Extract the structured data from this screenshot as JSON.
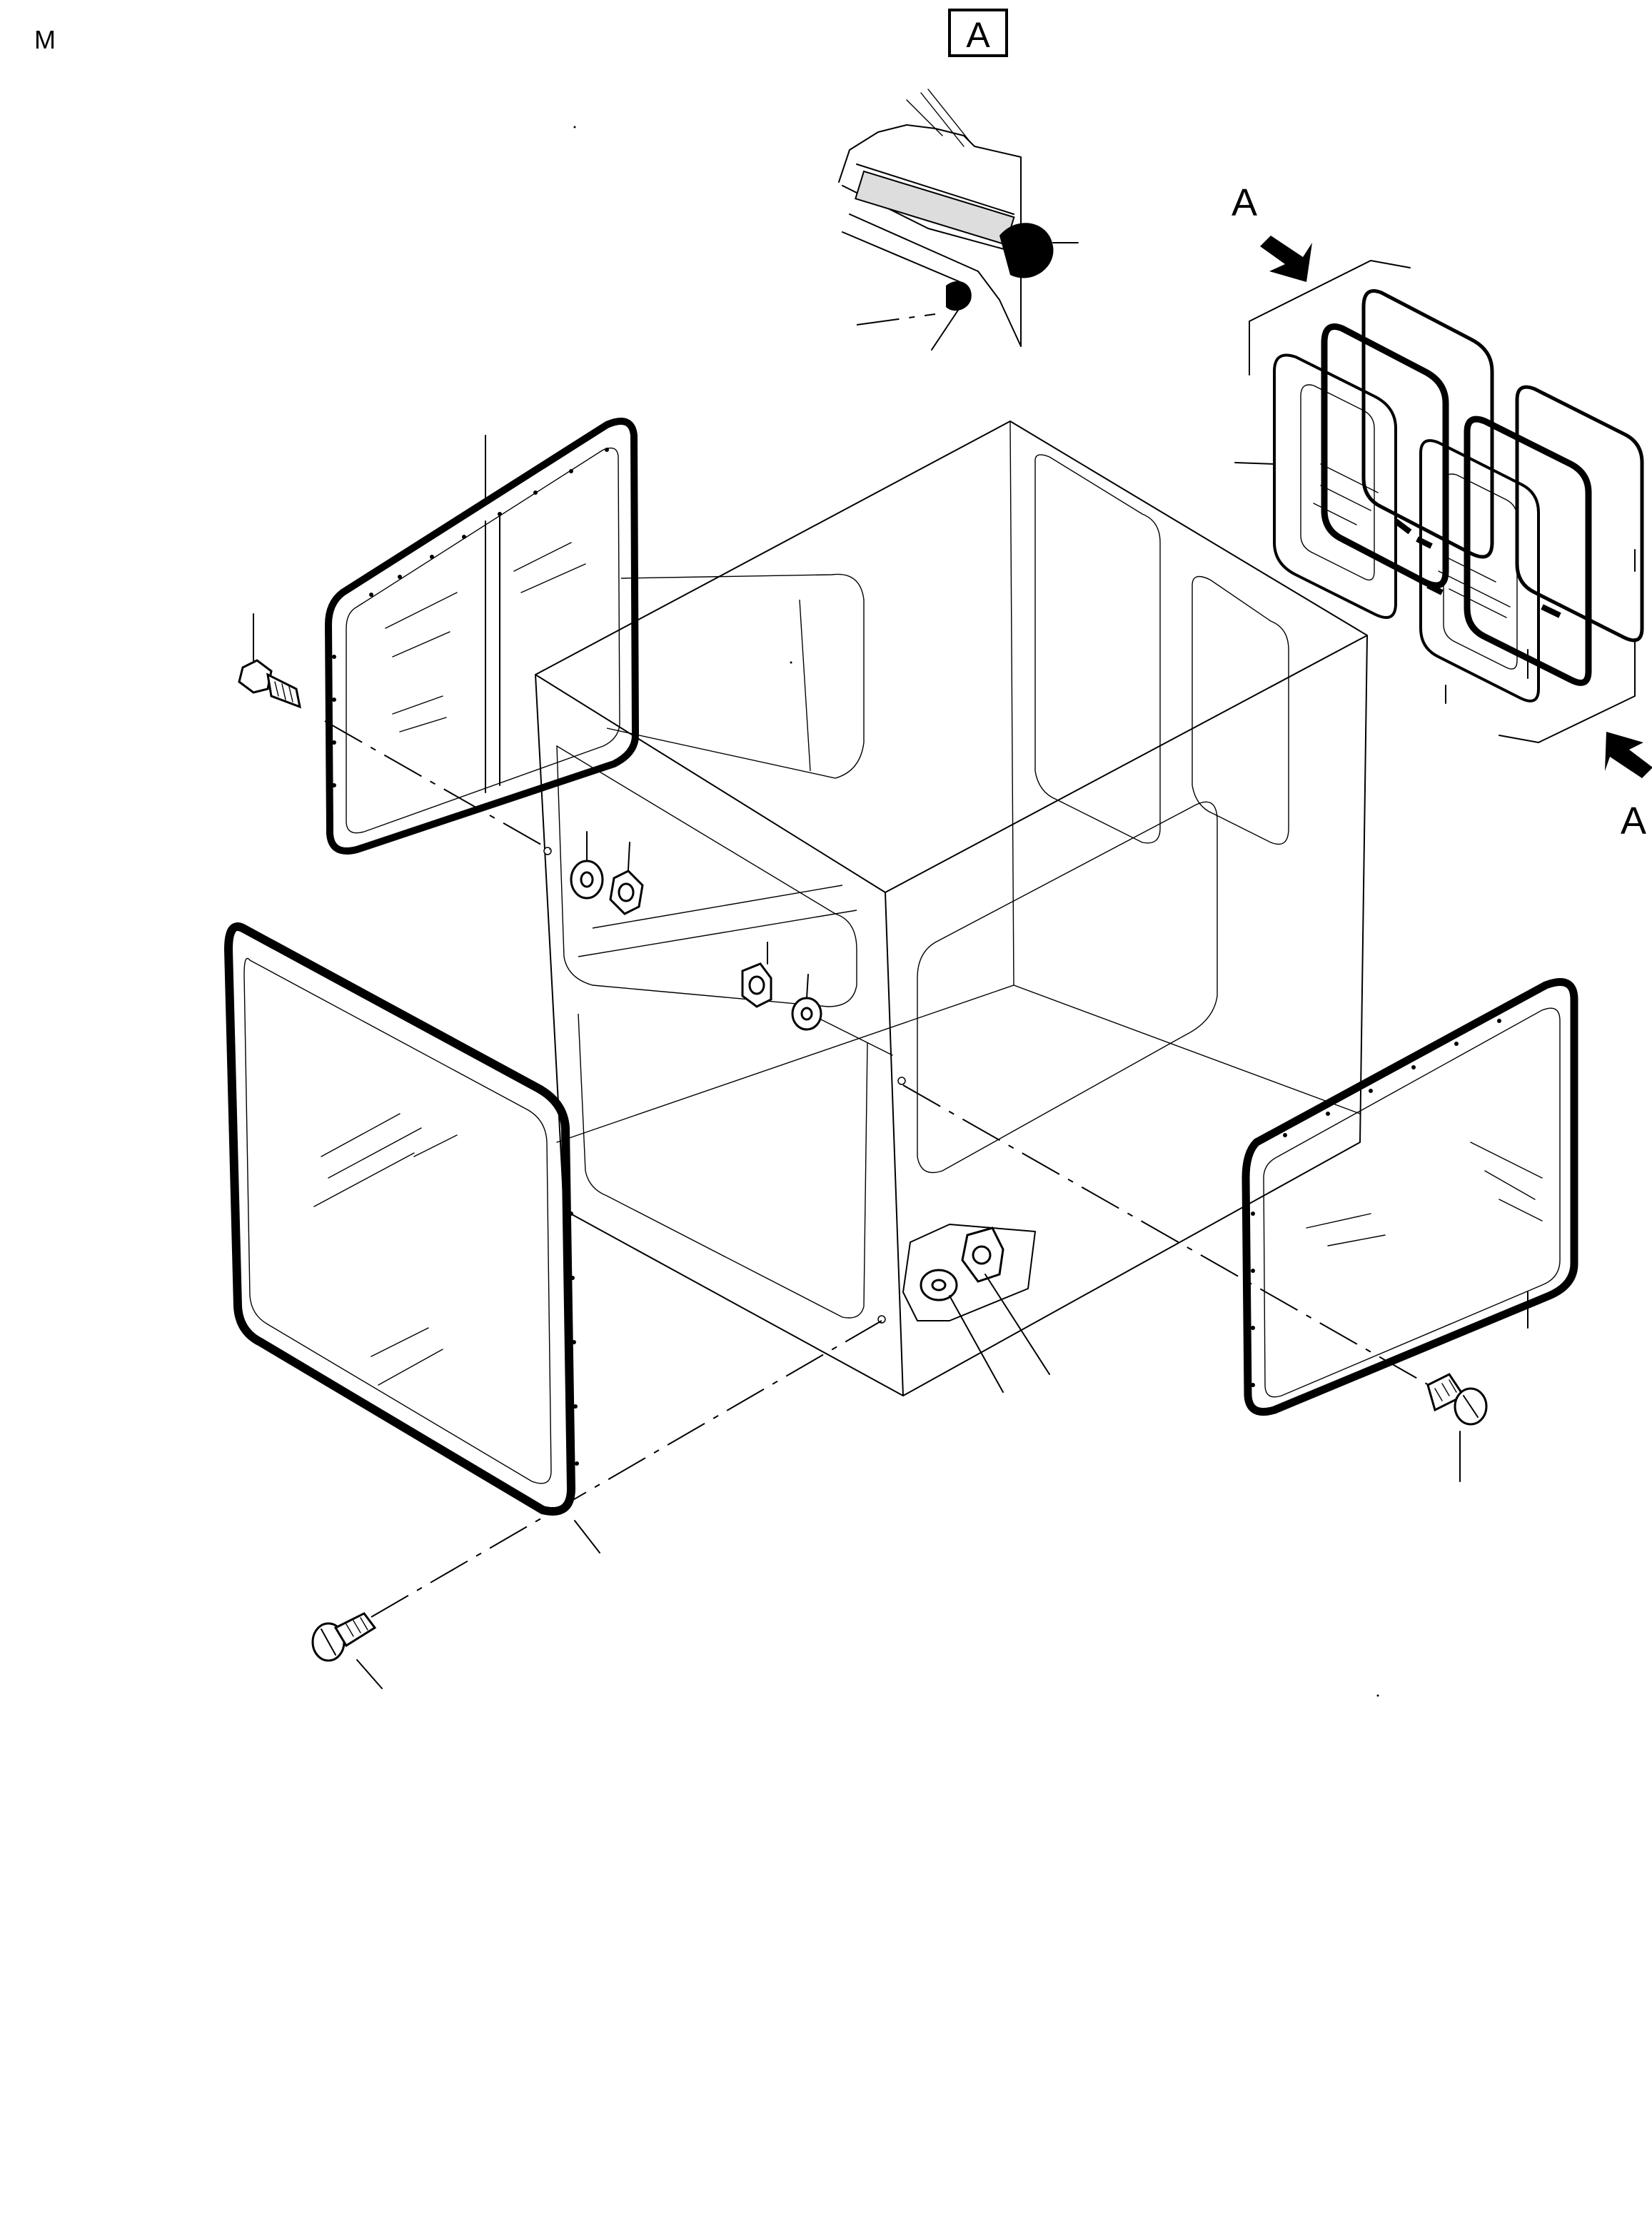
{
  "page_mark": "M",
  "detail_box_label": "A",
  "view_arrow_label_top": "A",
  "view_arrow_label_bottom": "A"
}
